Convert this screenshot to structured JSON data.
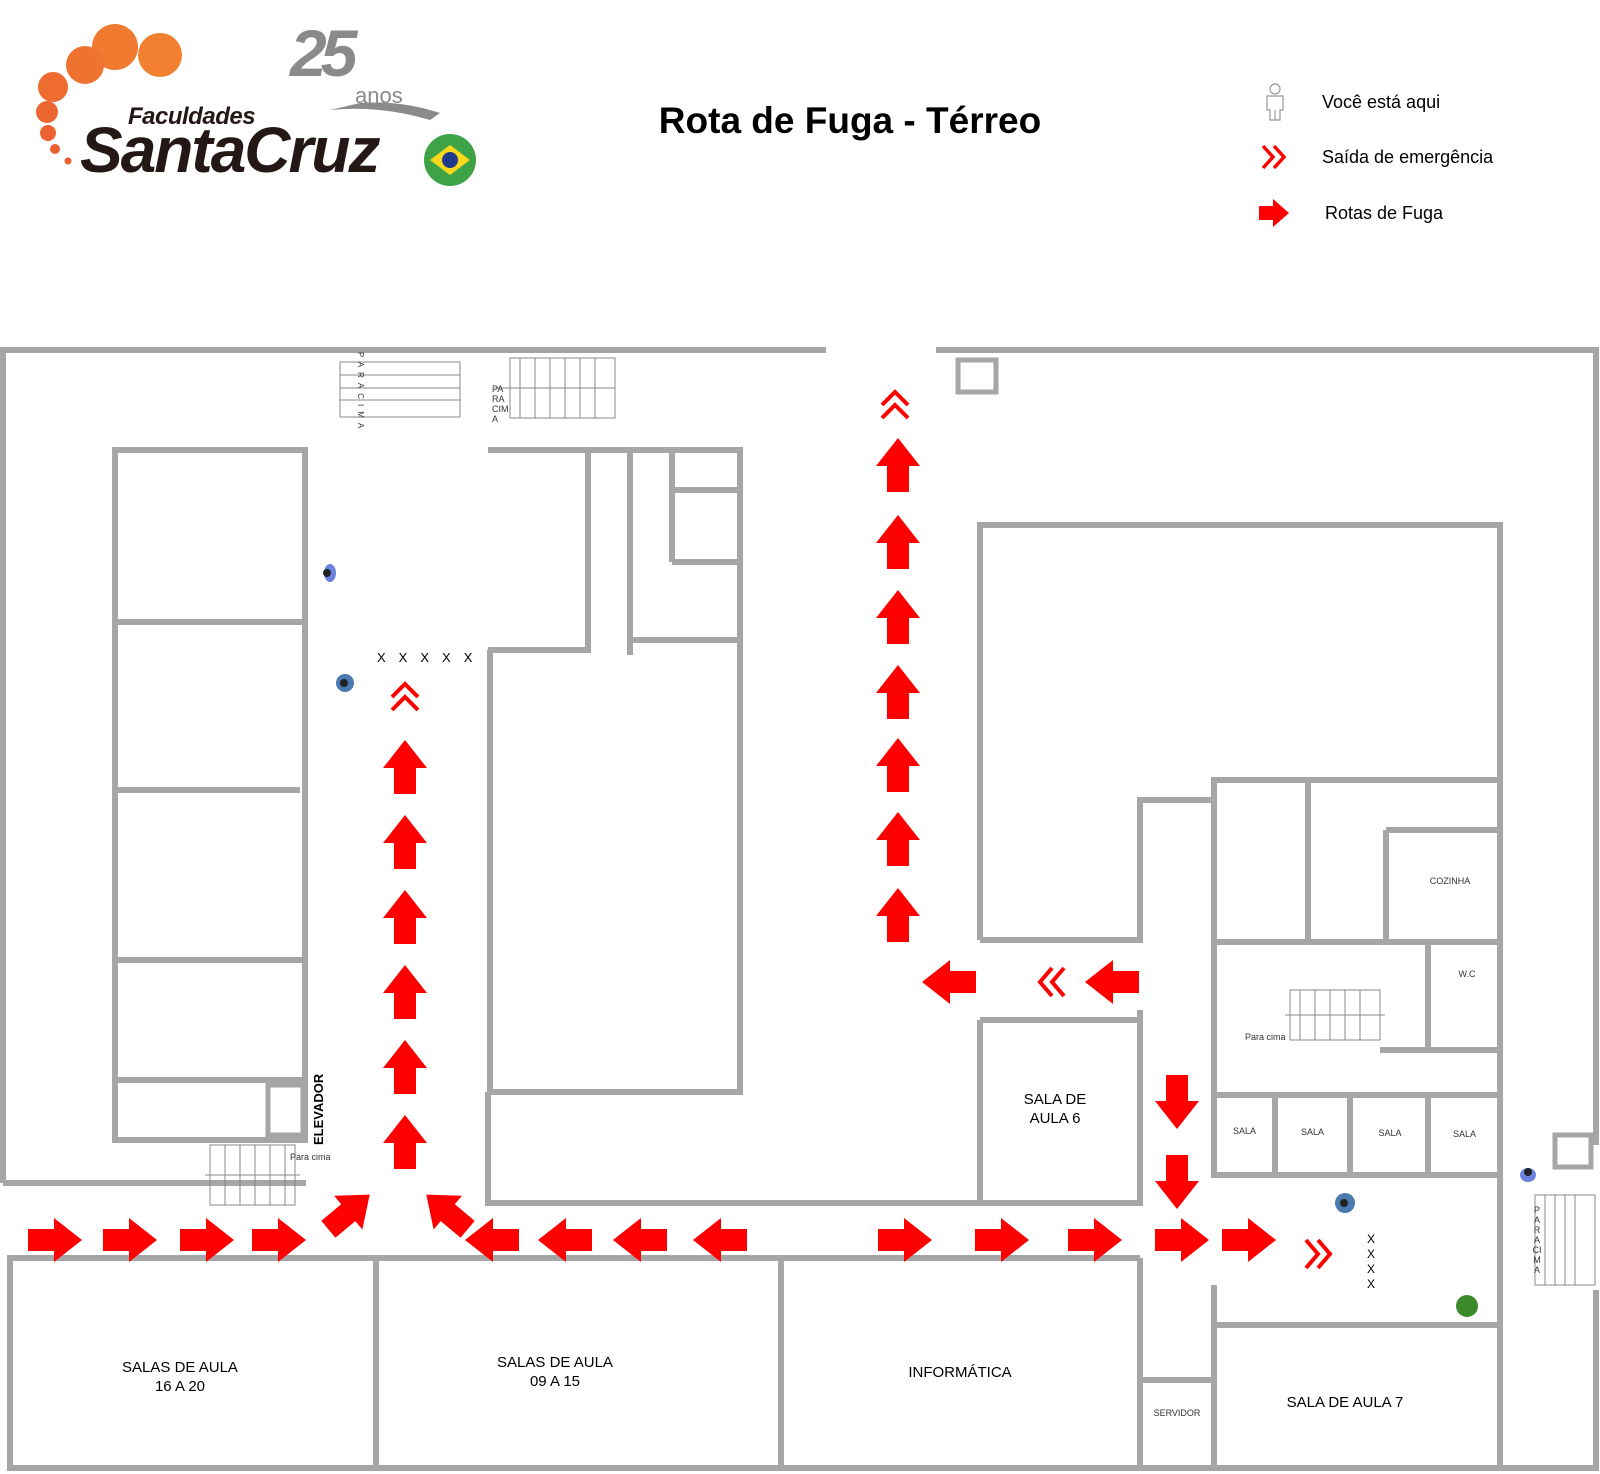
{
  "logo": {
    "brand_small": "Faculdades",
    "brand_large": "SantaCruz",
    "anniversary_number": "25",
    "anniversary_word": "anos",
    "colors": {
      "orange": "#F28030",
      "dark": "#231815",
      "gray": "#8A8A8A"
    }
  },
  "header": {
    "title": "Rota de Fuga - Térreo"
  },
  "legend": {
    "items": [
      {
        "icon": "person-outline-icon",
        "label": "Você está aqui"
      },
      {
        "icon": "double-chevron-icon",
        "label": "Saída de emergência"
      },
      {
        "icon": "red-arrow-icon",
        "label": "Rotas de Fuga"
      }
    ]
  },
  "colors": {
    "route_red": "#FF0000",
    "wall_gray": "#A6A6A6",
    "wall_edge": "#7F7F7F"
  },
  "rooms": {
    "salas_16_20": {
      "line1": "SALAS DE AULA",
      "line2": "16 A 20"
    },
    "salas_09_15": {
      "line1": "SALAS DE AULA",
      "line2": "09 A 15"
    },
    "informatica": "INFORMÁTICA",
    "servidor": "SERVIDOR",
    "sala_aula_7": "SALA DE AULA 7",
    "sala_aula_6": {
      "line1": "SALA DE",
      "line2": "AULA 6"
    },
    "cozinha": "COZINHA",
    "wc": "W.C",
    "sala_small": [
      "SALA",
      "SALA",
      "SALA",
      "SALA"
    ],
    "elevador": "ELEVADOR"
  },
  "stairs": {
    "para_cima": "Para cima",
    "para_cima_vertical": "PARACIMA",
    "para_cima_stacked": [
      "PA",
      "RA",
      "CIM",
      "A"
    ]
  },
  "markers": {
    "barrier_x": "X"
  }
}
